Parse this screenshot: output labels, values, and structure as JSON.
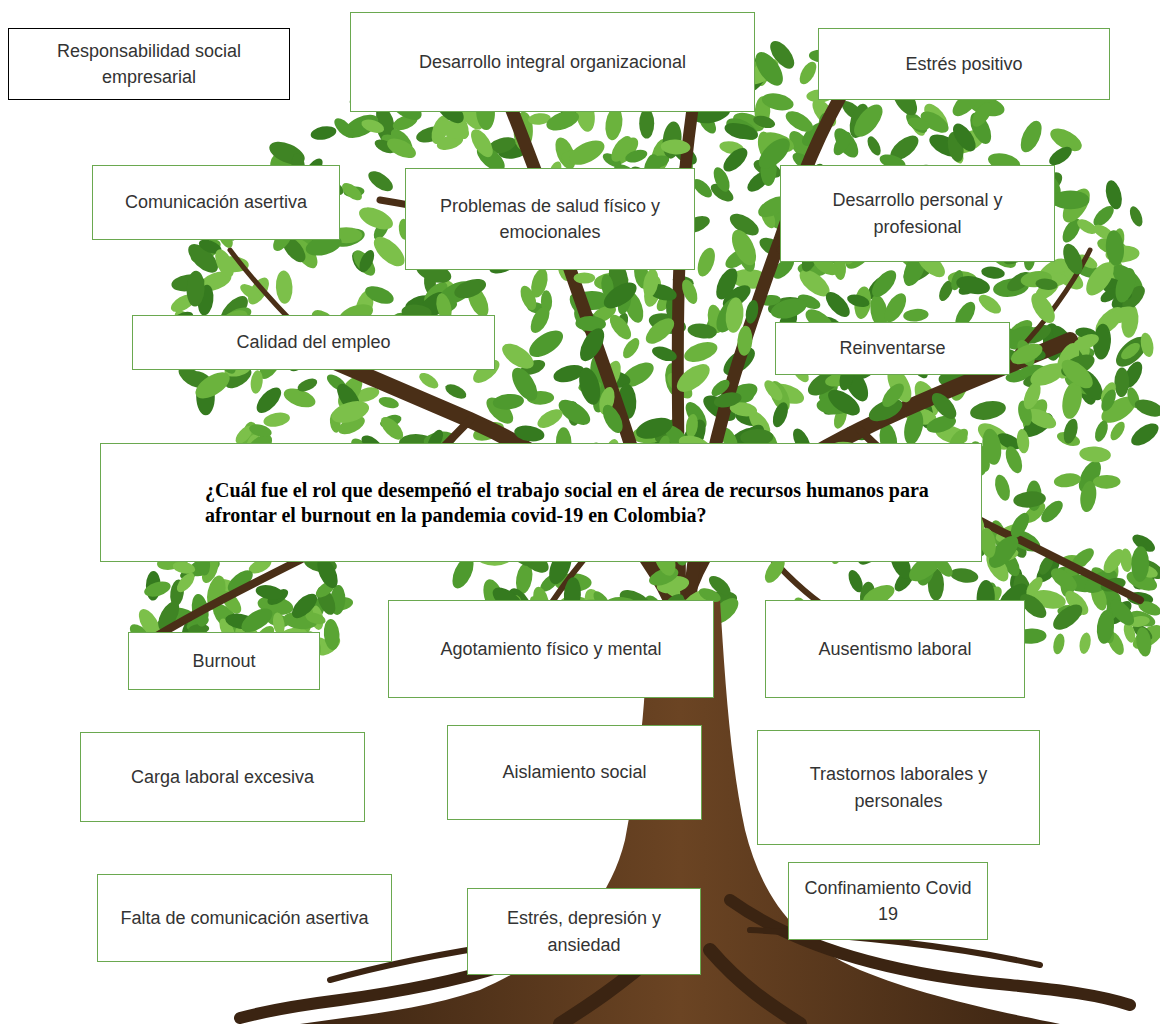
{
  "diagram": {
    "nodes": [
      {
        "text": [
          "Responsabilidad social empresarial"
        ]
      },
      {
        "text": [
          "Desarrollo integral organizacional"
        ]
      },
      {
        "text": [
          "Estrés positivo"
        ]
      },
      {
        "text": [
          "Comunicación asertiva"
        ]
      },
      {
        "text": [
          "Problemas de salud físico y emocionales"
        ]
      },
      {
        "text": [
          "Desarrollo personal y profesional"
        ]
      },
      {
        "text": [
          "Calidad del empleo"
        ]
      },
      {
        "text": [
          "Reinventarse"
        ]
      },
      {
        "text": [
          "¿Cuál fue el rol que desempeñó el trabajo social en el área de recursos humanos para afrontar el burnout en la pandemia covid-19 en Colombia?"
        ]
      },
      {
        "text": [
          "Burnout"
        ]
      },
      {
        "text": [
          "Agotamiento físico y mental"
        ]
      },
      {
        "text": [
          "Ausentismo laboral"
        ]
      },
      {
        "text": [
          "Carga laboral excesiva"
        ]
      },
      {
        "text": [
          "Aislamiento social"
        ]
      },
      {
        "text": [
          "Trastornos laborales y personales"
        ]
      },
      {
        "text": [
          "Falta de comunicación asertiva"
        ]
      },
      {
        "text": [
          "Estrés, depresión y ansiedad"
        ]
      },
      {
        "text": [
          "Confinamiento Covid 19"
        ]
      }
    ]
  }
}
